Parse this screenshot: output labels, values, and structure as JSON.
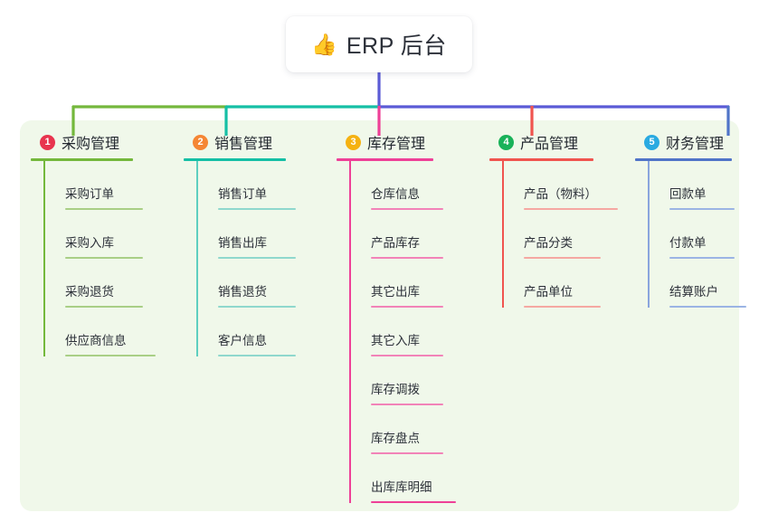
{
  "root": {
    "icon": "thumbs-up-icon",
    "emoji": "👍",
    "title": "ERP 后台"
  },
  "palette": {
    "panel_bg": "#f0f8ea",
    "trunk": "#5b5bd6",
    "canvas_bg": "#ffffff"
  },
  "columns": [
    {
      "index": "1",
      "title": "采购管理",
      "badge_color": "#e8344e",
      "line_color": "#74b83c",
      "items": [
        "采购订单",
        "采购入库",
        "采购退货",
        "供应商信息"
      ]
    },
    {
      "index": "2",
      "title": "销售管理",
      "badge_color": "#f58634",
      "line_color": "#15bfa5",
      "items": [
        "销售订单",
        "销售出库",
        "销售退货",
        "客户信息"
      ]
    },
    {
      "index": "3",
      "title": "库存管理",
      "badge_color": "#f5b212",
      "line_color": "#ee4097",
      "items": [
        "仓库信息",
        "产品库存",
        "其它出库",
        "其它入库",
        "库存调拨",
        "库存盘点",
        "出库库明细"
      ]
    },
    {
      "index": "4",
      "title": "产品管理",
      "badge_color": "#19b259",
      "line_color": "#f0544f",
      "items": [
        "产品（物料）",
        "产品分类",
        "产品单位"
      ]
    },
    {
      "index": "5",
      "title": "财务管理",
      "badge_color": "#2aaae1",
      "line_color": "#5074c8",
      "items": [
        "回款单",
        "付款单",
        "结算账户"
      ]
    }
  ]
}
